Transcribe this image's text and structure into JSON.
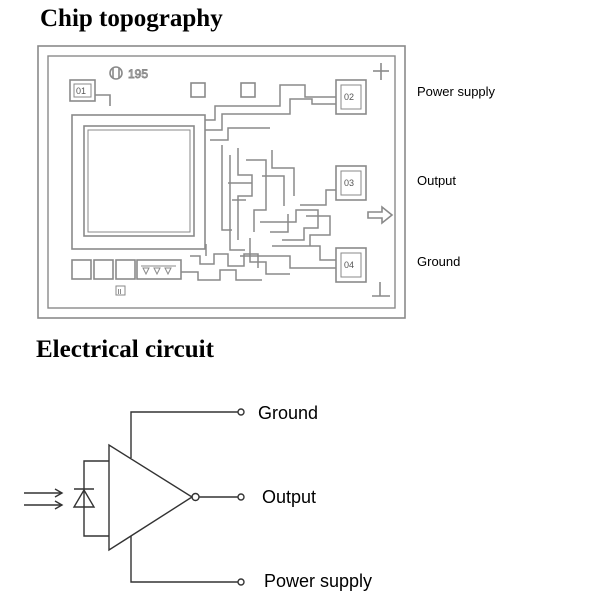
{
  "titles": {
    "chip": "Chip topography",
    "circuit": "Electrical circuit"
  },
  "chip": {
    "marking": "195",
    "pads": [
      {
        "id": "01"
      },
      {
        "id": "02",
        "label": "Power supply"
      },
      {
        "id": "03",
        "label": "Output"
      },
      {
        "id": "04",
        "label": "Ground"
      }
    ],
    "bottom_mark": "II"
  },
  "circuit": {
    "terminals": {
      "ground": "Ground",
      "output": "Output",
      "power": "Power supply"
    }
  },
  "colors": {
    "chip_stroke": "#8a8a8a",
    "circuit_stroke": "#333333"
  }
}
